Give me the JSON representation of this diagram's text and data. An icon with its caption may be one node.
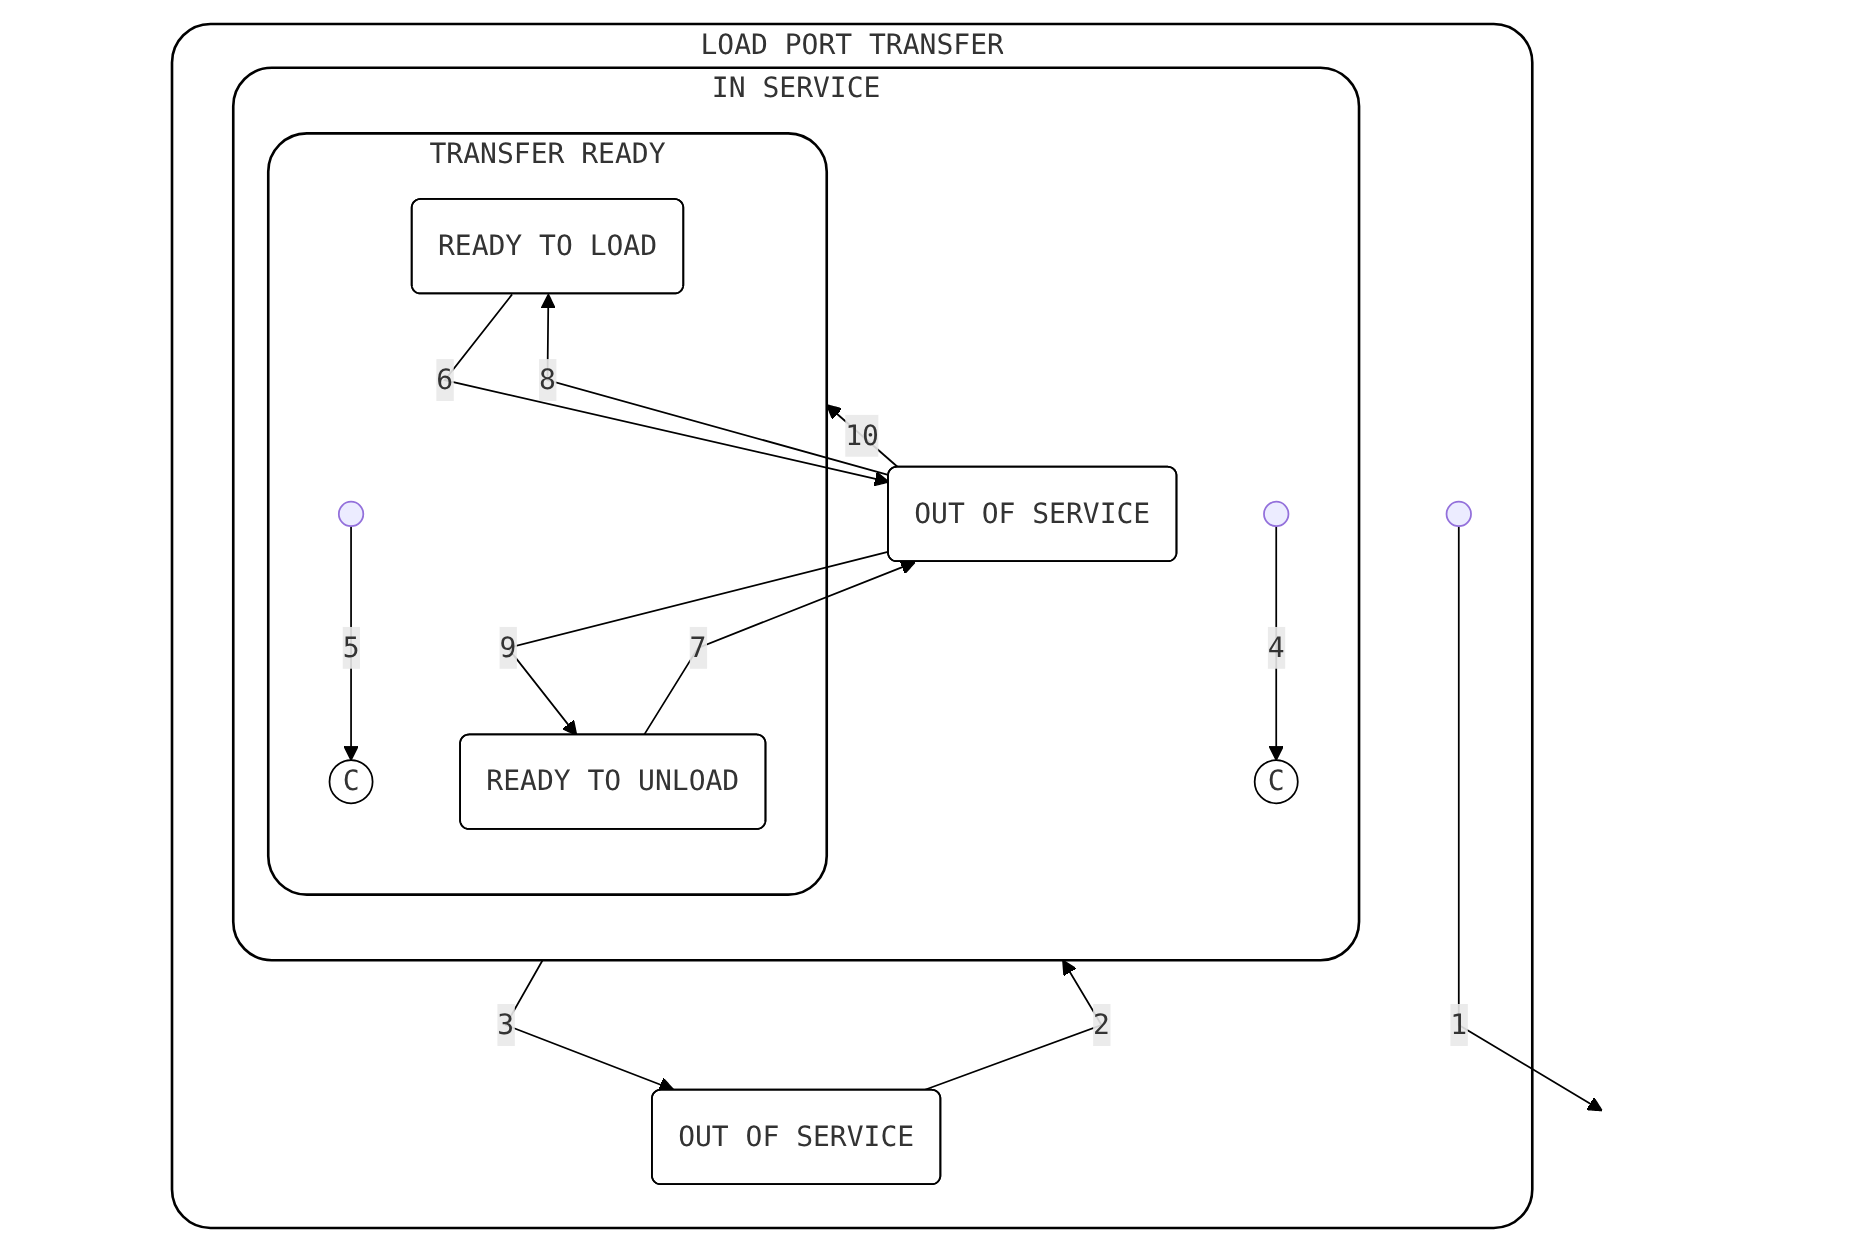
{
  "diagram": {
    "nodes": [
      {
        "text": [
          "LOAD PORT TRANSFER"
        ]
      },
      {
        "text": [],
        "shape": "dot",
        "in": 0
      },
      {
        "text": [
          "OUT OF SERVICE"
        ],
        "in": 0
      },
      {
        "text": [
          "IN SERVICE"
        ],
        "in": 0
      },
      {
        "text": [],
        "shape": "dot",
        "in": 3
      },
      {
        "text": [
          "C"
        ],
        "in": 3
      },
      {
        "text": [
          "TRANSFER READY"
        ],
        "in": 3
      },
      {
        "text": [
          "READY TO LOAD"
        ],
        "in": 6
      },
      {
        "text": [],
        "shape": "dot",
        "in": 6
      },
      {
        "text": [
          "C"
        ],
        "in": 6
      },
      {
        "text": [
          "READY TO UNLOAD"
        ],
        "in": 6
      },
      {
        "text": [
          "OUT OF SERVICE"
        ],
        "in": 3
      }
    ],
    "edges": [
      {
        "from": 1,
        "to": null,
        "arrow": "to",
        "label": "1"
      },
      {
        "from": 2,
        "to": 3,
        "arrow": "to",
        "label": "2"
      },
      {
        "from": 3,
        "to": 2,
        "arrow": "to",
        "label": "3"
      },
      {
        "from": 4,
        "to": 5,
        "arrow": "to",
        "label": "4"
      },
      {
        "from": 8,
        "to": 9,
        "arrow": "to",
        "label": "5"
      },
      {
        "from": 7,
        "to": 11,
        "arrow": "to",
        "label": "6"
      },
      {
        "from": 10,
        "to": 11,
        "arrow": "to",
        "label": "7"
      },
      {
        "from": 11,
        "to": 7,
        "arrow": "to",
        "label": "8"
      },
      {
        "from": 11,
        "to": 10,
        "arrow": "to",
        "label": "9"
      },
      {
        "from": 11,
        "to": 6,
        "arrow": "to",
        "label": "10"
      }
    ]
  }
}
